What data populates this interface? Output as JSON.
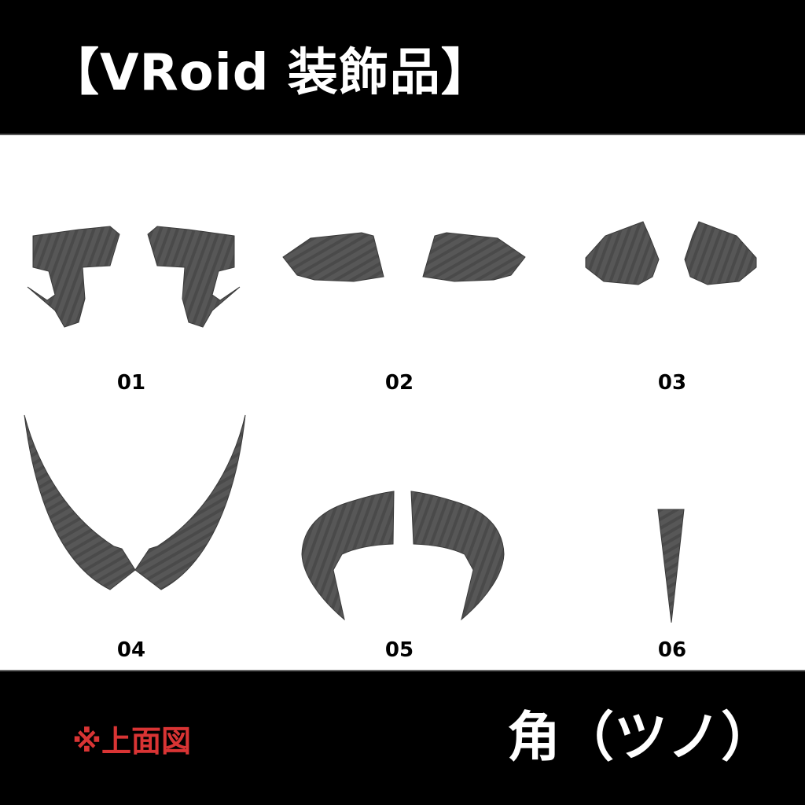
{
  "header": {
    "title": "【VRoid 装飾品】"
  },
  "items": [
    {
      "label": "01",
      "icon": "curled-ram-horns"
    },
    {
      "label": "02",
      "icon": "short-swept-horns"
    },
    {
      "label": "03",
      "icon": "stubby-folded-horns"
    },
    {
      "label": "04",
      "icon": "long-v-horns"
    },
    {
      "label": "05",
      "icon": "curved-bull-horns"
    },
    {
      "label": "06",
      "icon": "single-spike-horn"
    }
  ],
  "footer": {
    "note": "※上面図",
    "category": "角（ツノ）"
  },
  "colors": {
    "background": "#ffffff",
    "bar": "#000000",
    "horn": "#555555",
    "horn_dark": "#3c3c3c",
    "note_red": "#d93434"
  }
}
